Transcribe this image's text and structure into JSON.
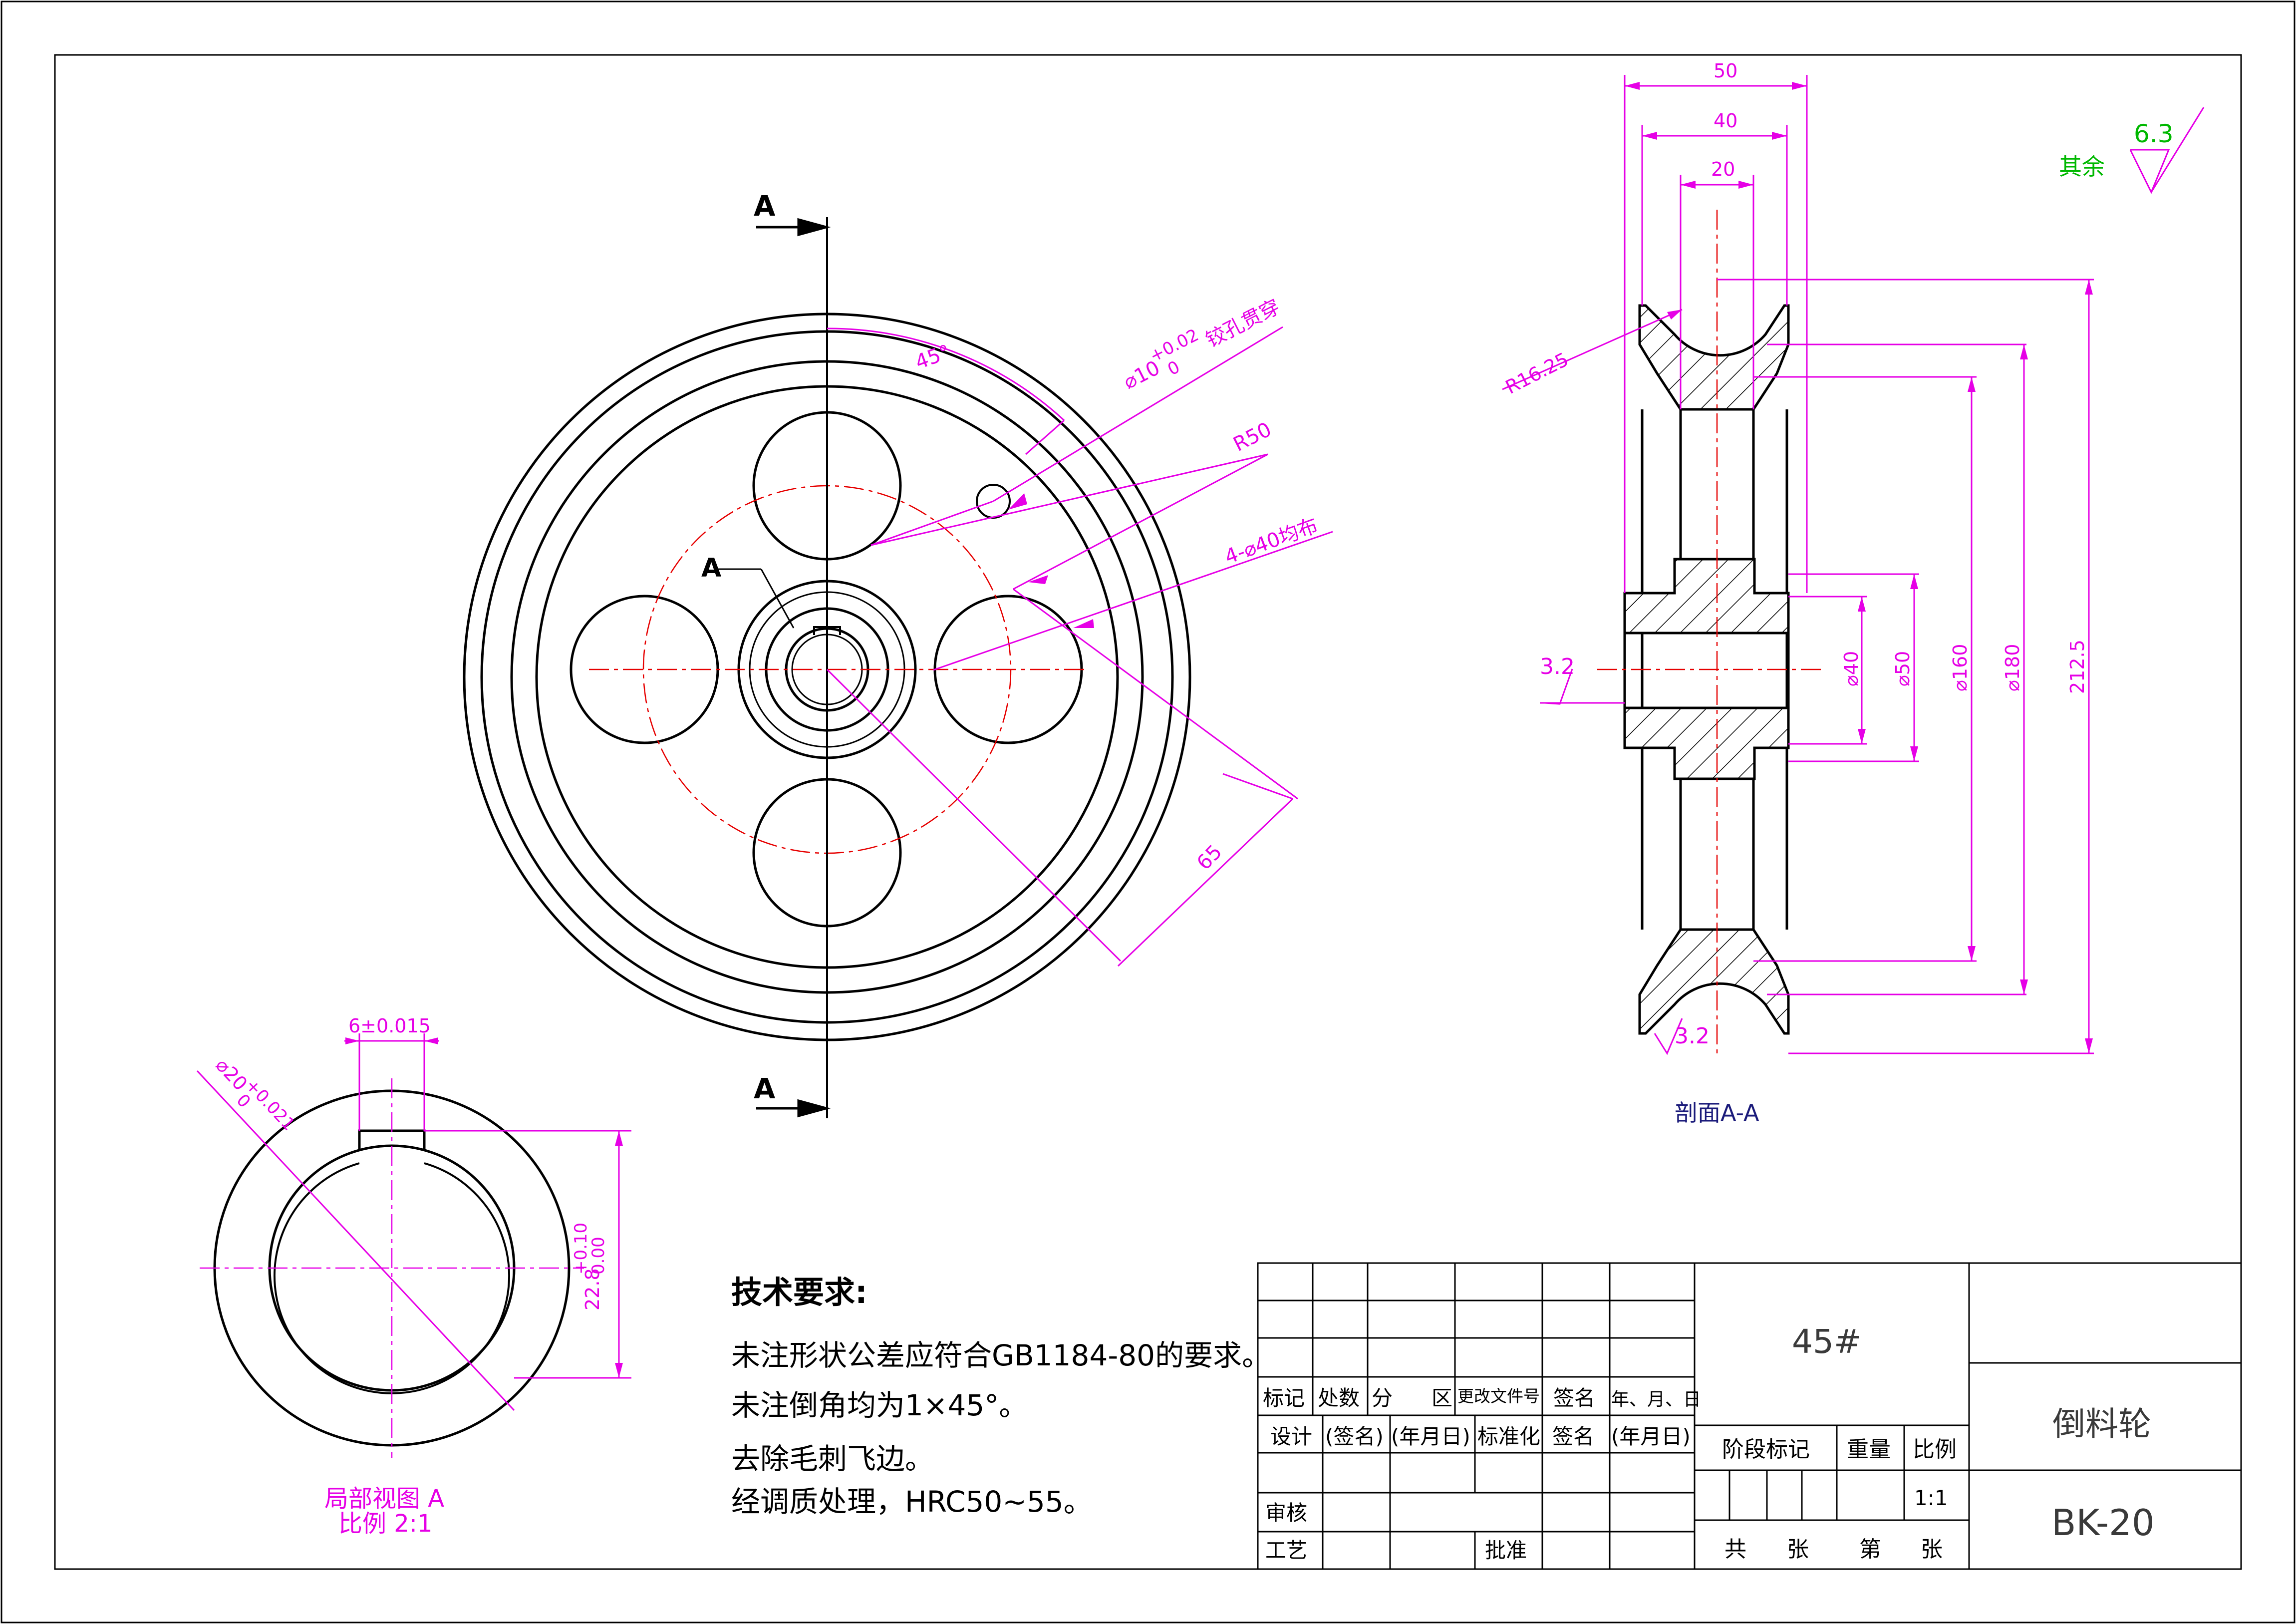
{
  "colors": {
    "outline": "#000000",
    "dimension": "#e600e6",
    "centerline": "#e60000",
    "roughness_note": "#00b800",
    "title_text": "#3a3a3a",
    "section_label": "#1a1a7a"
  },
  "front_view": {
    "section_mark_top": "A",
    "section_mark_bottom": "A",
    "detail_ref": "A",
    "dim_pin_hole": "⌀10",
    "dim_pin_hole_tol_upper": "+0.02",
    "dim_pin_hole_tol_lower": "0",
    "dim_pin_hole_note": "铰孔贯穿",
    "dim_angle": "45°",
    "dim_r50": "R50",
    "dim_holes": "4-⌀40均布",
    "dim_65": "65"
  },
  "section_view": {
    "label": "剖面A-A",
    "dim_50": "50",
    "dim_40": "40",
    "dim_20": "20",
    "dim_r16": "R16.25",
    "dim_d40": "⌀40",
    "dim_d50": "⌀50",
    "dim_d160": "⌀160",
    "dim_d180": "⌀180",
    "dim_212": "212.5",
    "roughness_left": "3.2",
    "roughness_bottom": "3.2"
  },
  "roughness_note": {
    "label": "其余",
    "value": "6.3"
  },
  "detail_view": {
    "title": "局部视图 A",
    "scale": "比例 2:1",
    "dim_key": "6±0.015",
    "dim_bore": "⌀20",
    "dim_bore_tol_upper": "+0.021",
    "dim_bore_tol_lower": "0",
    "dim_depth": "22.8",
    "dim_depth_tol_upper": "+0.10",
    "dim_depth_tol_lower": "0.00"
  },
  "tech_requirements": {
    "heading": "技术要求:",
    "lines": [
      "未注形状公差应符合GB1184-80的要求。",
      "未注倒角均为1×45°。",
      "去除毛刺飞边。",
      "经调质处理，HRC50~55。"
    ]
  },
  "title_block": {
    "material": "45#",
    "part_name": "倒料轮",
    "drawing_no": "BK-20",
    "rev_headers": [
      "标记",
      "处数",
      "分",
      "区",
      "更改文件号",
      "签名",
      "年、月、日"
    ],
    "design": "设计",
    "design_sign": "(签名)",
    "design_date": "(年月日)",
    "standardize": "标准化",
    "std_sign": "签名",
    "std_date": "(年月日)",
    "review": "审核",
    "process": "工艺",
    "approve": "批准",
    "stage_mark": "阶段标记",
    "weight": "重量",
    "ratio": "比例",
    "ratio_value": "1:1",
    "total": "共",
    "sheets": "张",
    "sheet_no": "第",
    "sheets2": "张"
  }
}
